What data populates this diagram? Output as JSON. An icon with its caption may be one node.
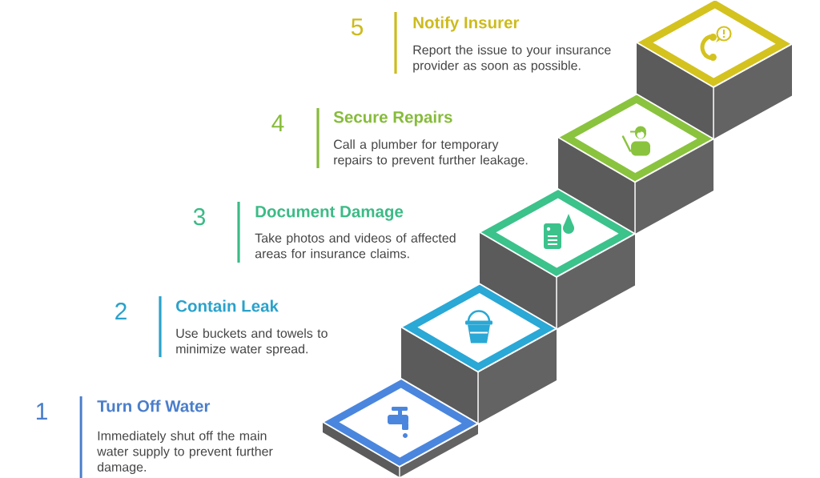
{
  "diagram": {
    "labels": [
      "5",
      "Notify Insurer",
      "Report the issue to your insurance provider as soon as possible.",
      "4",
      "Secure Repairs",
      "Call a plumber for temporary repairs to prevent further leakage.",
      "3",
      "Document Damage",
      "Take photos and videos of affected areas for insurance claims.",
      "2",
      "Contain Leak",
      "Use buckets and towels to minimize water spread.",
      "1",
      "Turn Off Water",
      "Immediately shut off the main water supply to prevent further damage."
    ]
  }
}
